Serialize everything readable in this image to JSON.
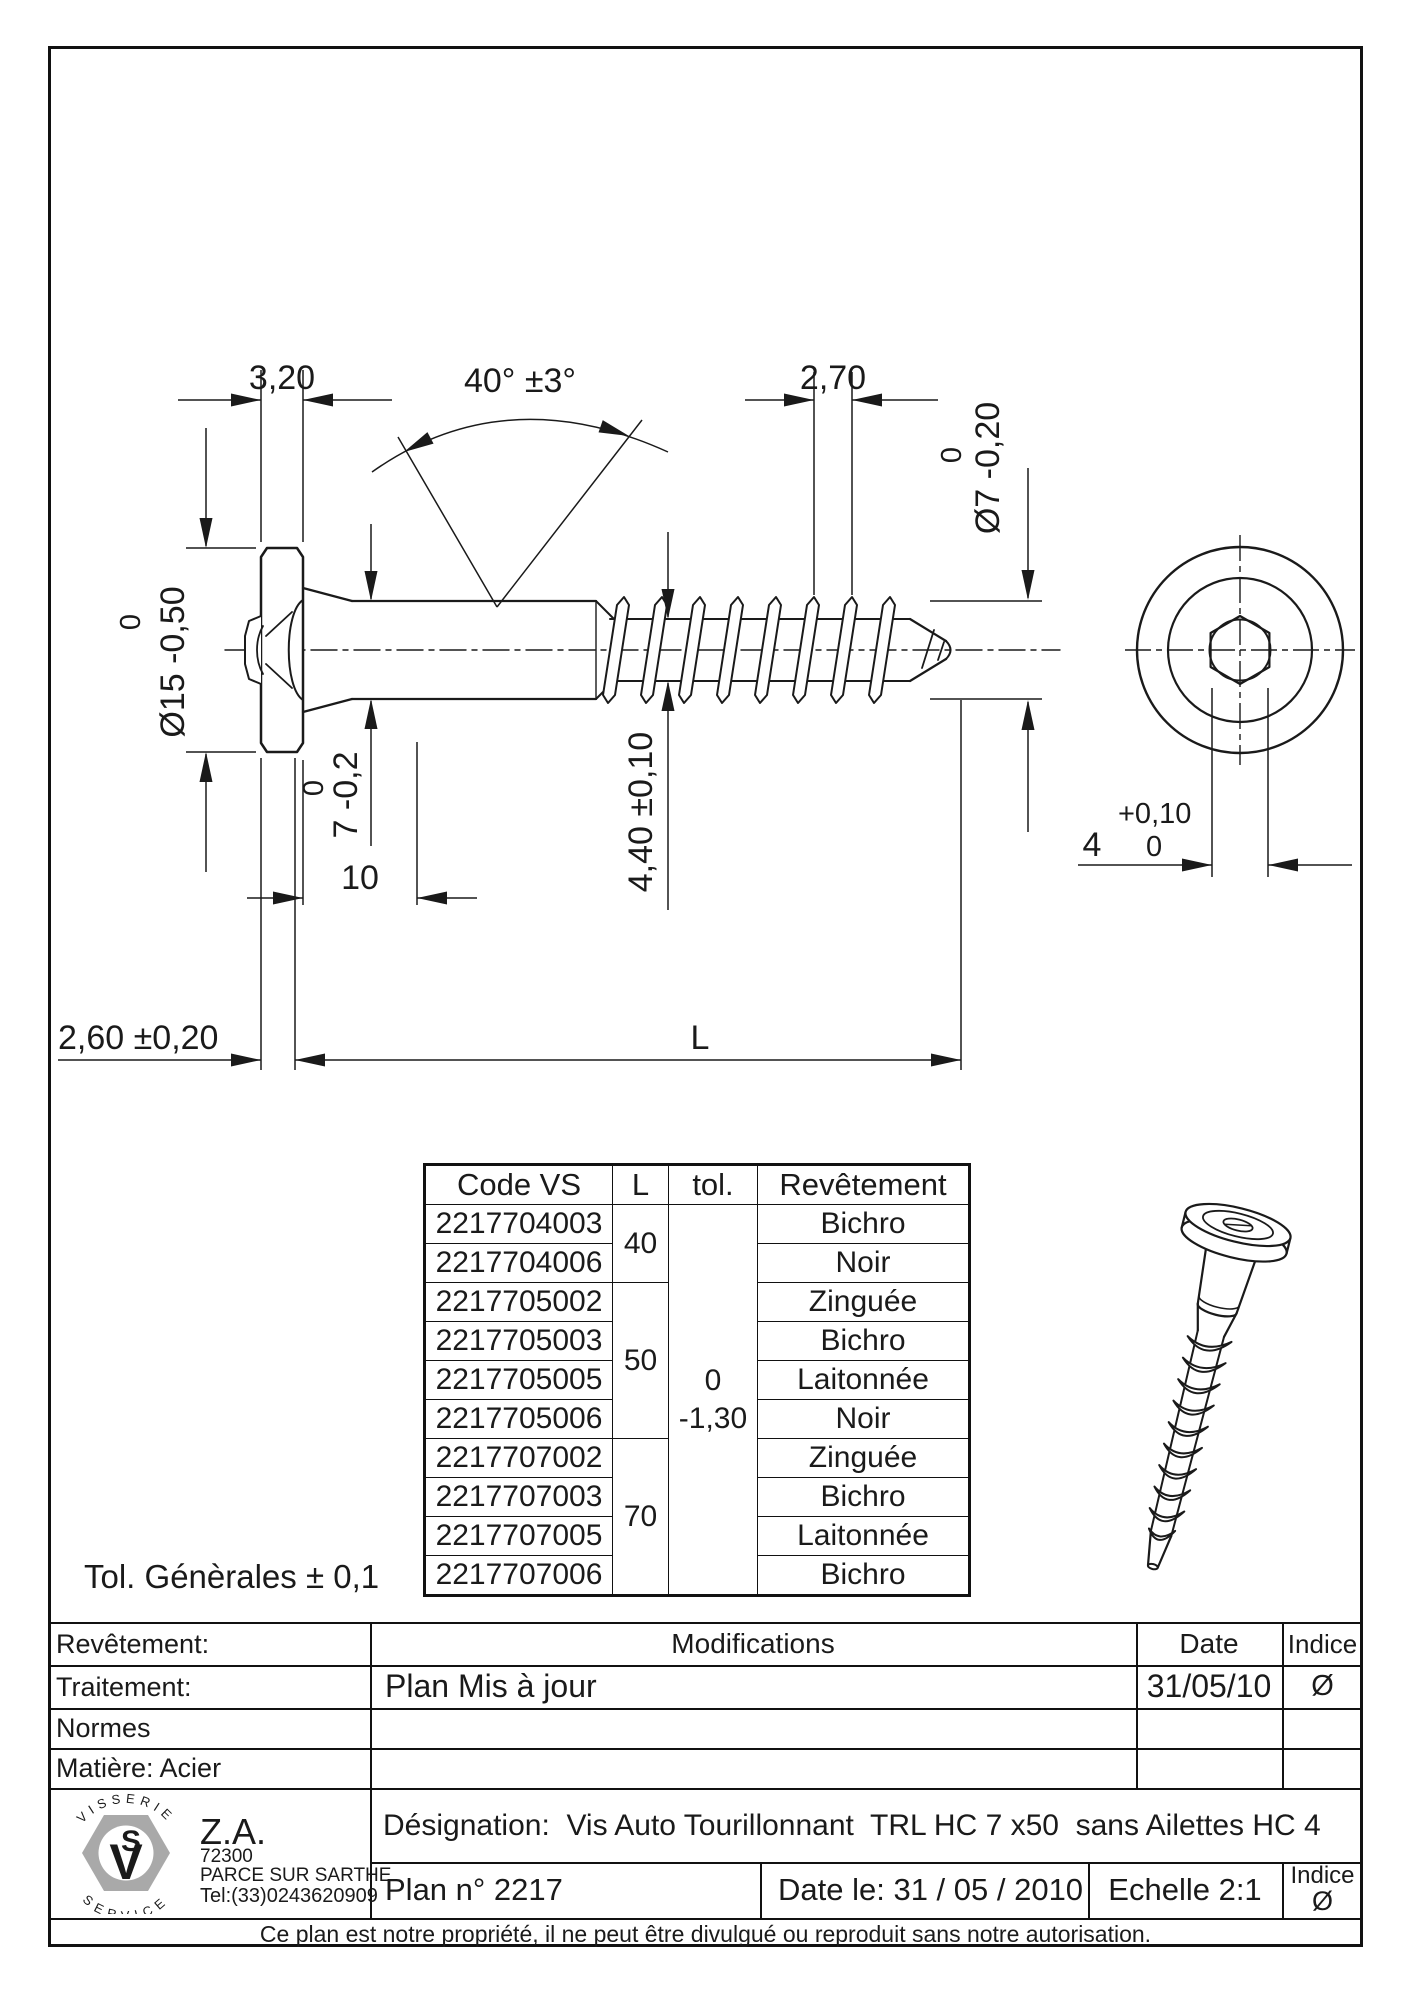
{
  "drawing": {
    "dims": {
      "flange_thickness": "3,20",
      "head_angle": "40° ±3°",
      "thread_pitch": "2,70",
      "thread_dia": {
        "tol_upper": "0",
        "value": "Ø7 -0,20"
      },
      "flange_dia": {
        "tol_upper": "0",
        "value": "Ø15 -0,50"
      },
      "neck_dia": {
        "tol_upper": "0",
        "value": "7 -0,2"
      },
      "neck_length": "10",
      "core_dia": "4,40 ±0,10",
      "head_height": "2,60 ±0,20",
      "total_length": "L",
      "socket": {
        "value": "4",
        "tol_upper": "+0,10",
        "tol_lower": "0"
      }
    }
  },
  "table": {
    "headers": {
      "code": "Code VS",
      "l": "L",
      "tol": "tol.",
      "coating": "Revêtement"
    },
    "l_groups": {
      "l40": "40",
      "l50": "50",
      "l70": "70"
    },
    "tol": {
      "line1": "0",
      "line2": "-1,30"
    },
    "rows": [
      {
        "code": "2217704003",
        "coating": "Bichro"
      },
      {
        "code": "2217704006",
        "coating": "Noir"
      },
      {
        "code": "2217705002",
        "coating": "Zinguée"
      },
      {
        "code": "2217705003",
        "coating": "Bichro"
      },
      {
        "code": "2217705005",
        "coating": "Laitonnée"
      },
      {
        "code": "2217705006",
        "coating": "Noir"
      },
      {
        "code": "2217707002",
        "coating": "Zinguée"
      },
      {
        "code": "2217707003",
        "coating": "Bichro"
      },
      {
        "code": "2217707005",
        "coating": "Laitonnée"
      },
      {
        "code": "2217707006",
        "coating": "Bichro"
      }
    ]
  },
  "general_tolerance": "Tol. Génèrales ± 0,1",
  "title_block": {
    "revetement_label": "Revêtement:",
    "traitement_label": "Traitement:",
    "normes_label": "Normes",
    "matiere_label": "Matière: Acier",
    "modifications_header": "Modifications",
    "date_header": "Date",
    "indice_header": "Indice",
    "modification_entry": "Plan Mis à jour",
    "modification_date": "31/05/10",
    "modification_indice": "Ø",
    "designation": "Désignation:  Vis Auto Tourillonnant  TRL HC 7 x50  sans Ailettes HC 4",
    "plan_no": "Plan n° 2217",
    "date_le": "Date le: 31 / 05 / 2010",
    "echelle": "Echelle 2:1",
    "indice_label": "Indice",
    "indice_value": "Ø",
    "company": {
      "za": "Z.A.",
      "zip": "72300",
      "city": "PARCE SUR SARTHE",
      "tel": "Tel:(33)0243620909",
      "logo_top": "VISSERIE",
      "logo_bottom": "SERVICE",
      "logo_v": "V",
      "logo_s": "S"
    }
  },
  "footer_notice": "Ce plan est notre propriété, il ne peut être divulgué ou reproduit sans notre autorisation."
}
